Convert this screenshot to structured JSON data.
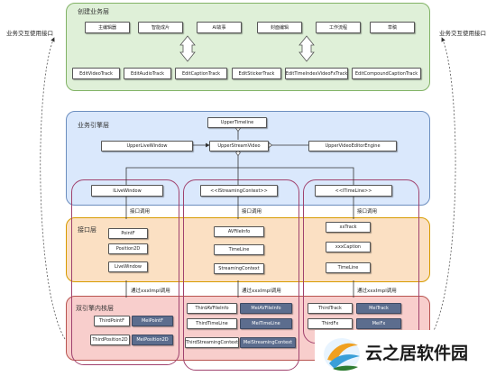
{
  "side_labels": {
    "left": "业务交互使用接口",
    "right": "业务交互使用接口"
  },
  "layers": {
    "create": {
      "title": "创建业务层",
      "top_boxes": [
        "主编辑器",
        "智能成片",
        "AI故事",
        "封面编辑",
        "工作流程",
        "草稿"
      ],
      "tracks": [
        "EditVideoTrack",
        "EditAudioTrack",
        "EditCaptionTrack",
        "EditStickerTrack",
        "EditTimeIndexVideoFxTrack",
        "EditCompoundCaptionTrack"
      ]
    },
    "engine": {
      "title": "业务引擎层",
      "upper_timeline": "UpperTimeline",
      "upper_live_window": "UpperLiveWindow",
      "upper_stream_video": "UpperStreamVideo",
      "upper_video_editor_engine": "UpperVideoEditorEngine",
      "groups": [
        "ILiveWindow",
        "<<IStreamingContext>>",
        "<<ITimeLine>>"
      ],
      "call_labels": [
        "接口调用",
        "接口调用",
        "接口调用"
      ]
    },
    "interface": {
      "title": "接口层",
      "left": [
        "PointF",
        "Position2D",
        "LiveWindow"
      ],
      "middle": [
        "AVFileInfo",
        "TimeLine",
        "StreamingContext"
      ],
      "right": [
        "xxTrack",
        "xxxCaption",
        "TimeLine"
      ],
      "impl_labels": [
        "通过xxxImpl调用",
        "通过xxxImpl调用",
        "通过xxxImpl调用"
      ]
    },
    "dual": {
      "title": "双引擎内核层",
      "left": [
        [
          "ThirdPointF",
          "MeiPointF"
        ],
        [
          "ThirdPosition2D",
          "MeiPosition2D"
        ]
      ],
      "middle": [
        [
          "ThirdAVFileInfo",
          "MeiAVFileInfo"
        ],
        [
          "ThirdTimeLine",
          "MeiTimeLine"
        ],
        [
          "ThirdStreamingContext",
          "MeiStreamingContext"
        ]
      ],
      "right": [
        [
          "ThirdTrack",
          "MeiTrack"
        ],
        [
          "ThirdFx",
          "MeiFx"
        ]
      ]
    }
  },
  "watermark": {
    "text": "云之居软件园"
  },
  "colors": {
    "create_fill": "#dff0d8",
    "create_border": "#82b366",
    "engine_fill": "#dae8fc",
    "engine_border": "#6c8ebf",
    "interface_fill": "#fbe0c3",
    "interface_border": "#d79b00",
    "dual_fill": "#f8cecc",
    "dual_border": "#b85450",
    "group_border": "#a0426e",
    "dark_box": "#5c6d8e"
  }
}
